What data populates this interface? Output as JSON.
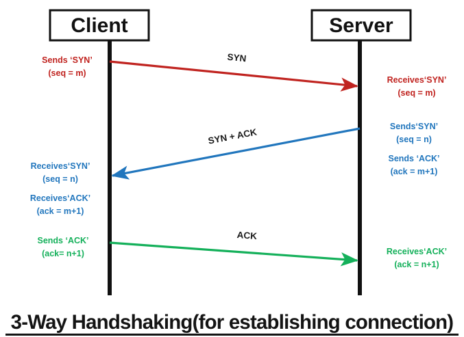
{
  "diagram": {
    "caption": "3-Way Handshaking(for establishing connection)",
    "nodes": [
      {
        "id": "client",
        "label": "Client"
      },
      {
        "id": "server",
        "label": "Server"
      }
    ],
    "colors": {
      "syn": "#c0231f",
      "syn_ack": "#2176bd",
      "ack": "#14b05a",
      "lifeline": "#111111",
      "label": "#1a1a1a"
    },
    "messages": [
      {
        "id": "syn",
        "label": "SYN",
        "direction": "client-to-server",
        "color": "#c0231f",
        "sender_note": {
          "line1": "Sends ‘SYN’",
          "line2": "(seq = m)"
        },
        "receiver_note": {
          "line1": "Receives‘SYN’",
          "line2": "(seq = m)"
        }
      },
      {
        "id": "syn-ack",
        "label": "SYN + ACK",
        "direction": "server-to-client",
        "color": "#2176bd",
        "sender_note": {
          "line1": "Sends‘SYN’",
          "line2": "(seq = n)",
          "line3": "Sends ‘ACK’",
          "line4": "(ack = m+1)"
        },
        "receiver_note": {
          "line1": "Receives‘SYN’",
          "line2": "(seq = n)",
          "line3": "Receives‘ACK’",
          "line4": "(ack = m+1)"
        }
      },
      {
        "id": "ack",
        "label": "ACK",
        "direction": "client-to-server",
        "color": "#14b05a",
        "sender_note": {
          "line1": "Sends ‘ACK’",
          "line2": "(ack= n+1)"
        },
        "receiver_note": {
          "line1": "Receives‘ACK’",
          "line2": "(ack = n+1)"
        }
      }
    ]
  }
}
